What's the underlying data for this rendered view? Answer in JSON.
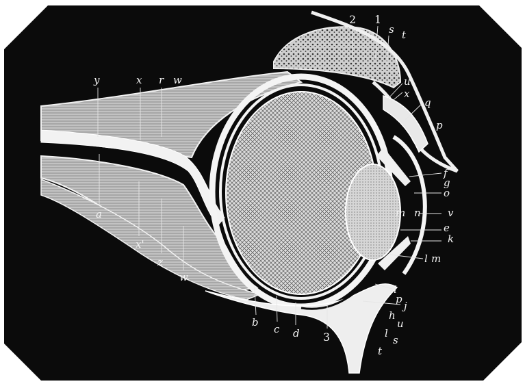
{
  "figure": {
    "background": "#0b0b0b",
    "ink": "#f4f4f4",
    "labels": {
      "y": "y",
      "x": "x",
      "r": "r",
      "w": "w",
      "two": "2",
      "one": "1",
      "s": "s",
      "t": "t",
      "u": "u",
      "x2": "x",
      "q": "q",
      "p": "p",
      "f": "f",
      "g": "g",
      "o": "o",
      "v": "v",
      "m": "m",
      "n": "n",
      "e": "e",
      "k": "k",
      "l": "l",
      "m2": "m",
      "i": "i",
      "j": "j",
      "h": "h",
      "u2": "u",
      "l2": "l",
      "s2": "s",
      "t2": "t",
      "p2": "p",
      "a": "a",
      "xp": "x'",
      "z": "z",
      "w2": "w",
      "b": "b",
      "c": "c",
      "d": "d",
      "three": "3"
    }
  }
}
